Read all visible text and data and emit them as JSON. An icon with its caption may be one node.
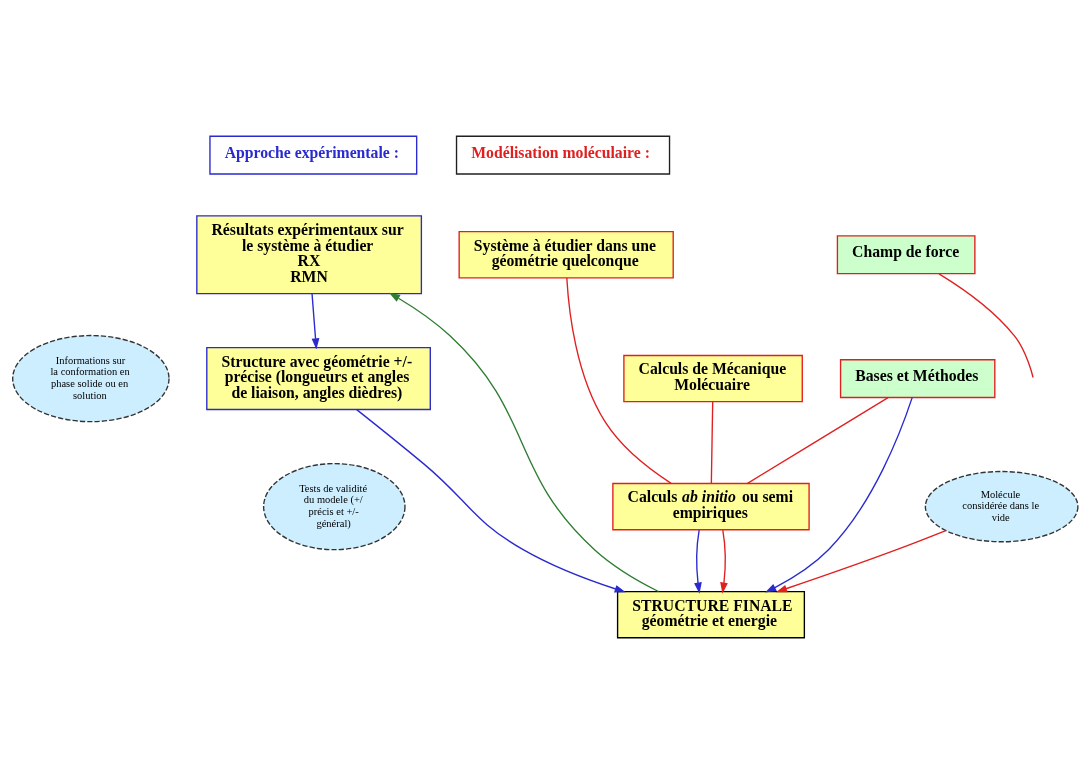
{
  "diagram": {
    "nodes": [
      {
        "text": [
          "Approche expérimentale :"
        ]
      },
      {
        "text": [
          "Modélisation moléculaire :"
        ]
      },
      {
        "text": [
          "Résultats expérimentaux sur le système à étudier",
          "RX",
          "RMN"
        ]
      },
      {
        "text": [
          "Informations sur la conformation en phase solide ou en solution"
        ]
      },
      {
        "text": [
          "Structure avec géométrie +/- précise (longueurs et angles de liaison, angles dièdres)"
        ]
      },
      {
        "text": [
          "Système à étudier dans une géométrie quelconque"
        ]
      },
      {
        "text": [
          "Champ de force"
        ]
      },
      {
        "text": [
          "Bases et Méthodes"
        ]
      },
      {
        "text": [
          "Calculs de Mécanique Molécuaire"
        ]
      },
      {
        "text": [
          "Tests de validité du modele (+/ précis et +/- général)"
        ]
      },
      {
        "text": [
          "Calculs *ab initio* ou semi empiriques"
        ]
      },
      {
        "text": [
          "Molécule considérée dans le vide"
        ]
      },
      {
        "text": [
          "STRUCTURE FINALE",
          "géométrie et energie"
        ]
      }
    ],
    "edges": [
      {
        "from": 2,
        "to": 4,
        "arrow": "to",
        "color": "#2a2ad0"
      },
      {
        "from": 5,
        "to": 10,
        "arrow": "none"
      },
      {
        "from": 7,
        "to": 10,
        "arrow": "none"
      },
      {
        "from": 6,
        "to": null,
        "arrow": "none"
      },
      {
        "from": 4,
        "to": 12,
        "arrow": "to",
        "color": "#2a2ad0"
      },
      {
        "from": 7,
        "to": 12,
        "arrow": "to",
        "color": "#2a2ad0"
      },
      {
        "from": 8,
        "to": 10,
        "arrow": "none"
      },
      {
        "from": 10,
        "to": 12,
        "arrow": "to",
        "color": "#2a2ad0"
      },
      {
        "from": 10,
        "to": 12,
        "arrow": "to"
      },
      {
        "from": 11,
        "to": 12,
        "arrow": "to"
      },
      {
        "from": 12,
        "to": 2,
        "arrow": "to",
        "color": "#2e7d32"
      }
    ]
  }
}
